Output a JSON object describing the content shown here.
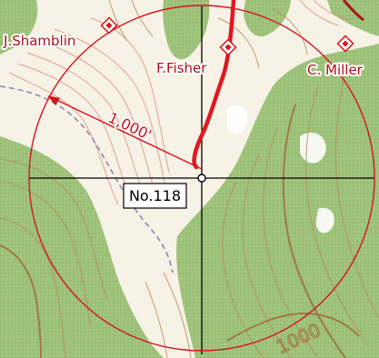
{
  "map": {
    "well_label": "No.118",
    "radius_label": "1,000'",
    "contour_label": "1000",
    "landowners": [
      {
        "name": "J.Shamblin"
      },
      {
        "name": "F.Fisher"
      },
      {
        "name": "C. Miller"
      }
    ]
  },
  "colors": {
    "boundary": "#d4161e",
    "crosshair": "#000000",
    "forest": "#9ec27a",
    "paper": "#f6f2e6",
    "contour": "#b88a5c"
  }
}
